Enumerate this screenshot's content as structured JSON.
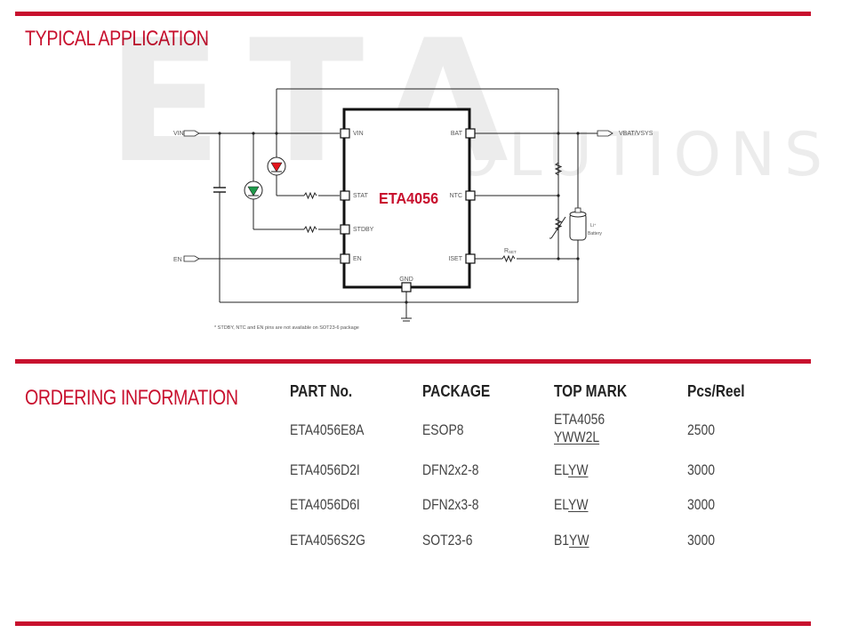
{
  "typical_application": {
    "title": "TYPICAL APPLICATION",
    "watermark_brand": "ETA",
    "watermark_tagline": "SOLUTIONS",
    "chip_name": "ETA4056",
    "footnote": "* STDBY, NTC and EN pins are not available on SOT23-6 package",
    "pins": {
      "vin": "VIN",
      "stat": "STAT",
      "stdby": "STDBY",
      "en": "EN",
      "bat": "BAT",
      "ntc": "NTC",
      "iset": "ISET",
      "gnd": "GND"
    },
    "external_labels": {
      "vin": "VIN",
      "en": "EN",
      "output": "VBAT/VSYS",
      "rset_main": "R",
      "rset_sub": "SET",
      "battery_line1": "Li⁺",
      "battery_line2": "Battery"
    },
    "colors": {
      "accent": "#c8102e",
      "led_red": "#e3141b",
      "led_green": "#1e9a4a"
    }
  },
  "ordering_information": {
    "title": "ORDERING INFORMATION",
    "headers": [
      "PART No.",
      "PACKAGE",
      "TOP MARK",
      "Pcs/Reel"
    ],
    "rows": [
      {
        "part": "ETA4056E8A",
        "package": "ESOP8",
        "top_mark_line1": "ETA4056",
        "top_mark_line2": "YWW2L",
        "pcs": "2500"
      },
      {
        "part": "ETA4056D2I",
        "package": "DFN2x2-8",
        "mark_plain": "EL",
        "mark_under": "YW",
        "pcs": "3000"
      },
      {
        "part": "ETA4056D6I",
        "package": "DFN2x3-8",
        "mark_plain": "EL",
        "mark_under": "YW",
        "pcs": "3000"
      },
      {
        "part": "ETA4056S2G",
        "package": "SOT23-6",
        "mark_plain": "B1",
        "mark_under": "YW",
        "pcs": "3000"
      }
    ]
  }
}
